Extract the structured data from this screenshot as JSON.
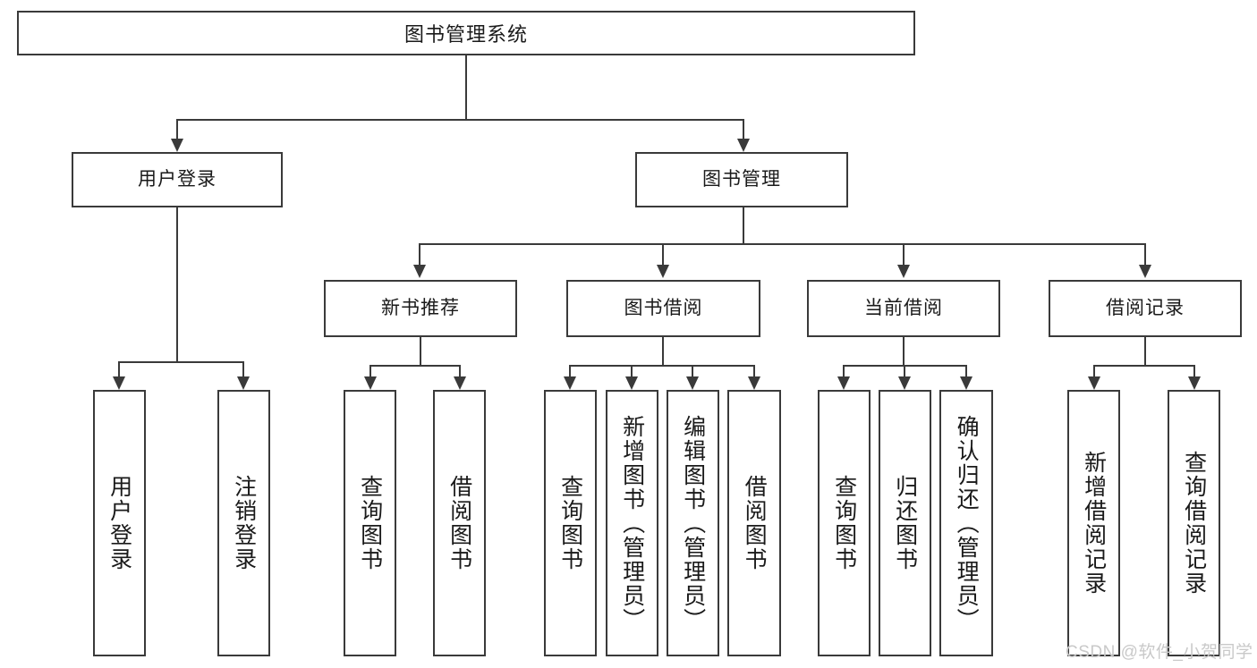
{
  "diagram": {
    "type": "tree-hierarchy-chart",
    "title": "图书管理系统",
    "stroke_color": "#3a3a3a",
    "fill_color": "#ffffff",
    "text_color": "#1a1a1a"
  },
  "nodes": {
    "root": {
      "label": "图书管理系统"
    },
    "level2": [
      {
        "id": "user-login",
        "label": "用户登录"
      },
      {
        "id": "book-management",
        "label": "图书管理"
      }
    ],
    "level3": [
      {
        "id": "new-book-recommend",
        "label": "新书推荐"
      },
      {
        "id": "book-borrow",
        "label": "图书借阅"
      },
      {
        "id": "current-borrow",
        "label": "当前借阅"
      },
      {
        "id": "borrow-record",
        "label": "借阅记录"
      }
    ],
    "leaves": {
      "user_login": [
        {
          "id": "leaf-user-login",
          "label": "用户登录"
        },
        {
          "id": "leaf-logout-login",
          "label": "注销登录"
        }
      ],
      "new_book_recommend": [
        {
          "id": "leaf-query-book-1",
          "label": "查询图书"
        },
        {
          "id": "leaf-borrow-book-1",
          "label": "借阅图书"
        }
      ],
      "book_borrow": [
        {
          "id": "leaf-query-book-2",
          "label": "查询图书"
        },
        {
          "id": "leaf-add-book-admin",
          "label": "新增图书（管理员）"
        },
        {
          "id": "leaf-edit-book-admin",
          "label": "编辑图书（管理员）"
        },
        {
          "id": "leaf-borrow-book-2",
          "label": "借阅图书"
        }
      ],
      "current_borrow": [
        {
          "id": "leaf-query-book-3",
          "label": "查询图书"
        },
        {
          "id": "leaf-return-book",
          "label": "归还图书"
        },
        {
          "id": "leaf-confirm-return-admin",
          "label": "确认归还（管理员）"
        }
      ],
      "borrow_record": [
        {
          "id": "leaf-add-borrow-record",
          "label": "新增借阅记录"
        },
        {
          "id": "leaf-query-borrow-record",
          "label": "查询借阅记录"
        }
      ]
    }
  },
  "watermark": {
    "text": "CSDN @软件_小贺同学"
  }
}
